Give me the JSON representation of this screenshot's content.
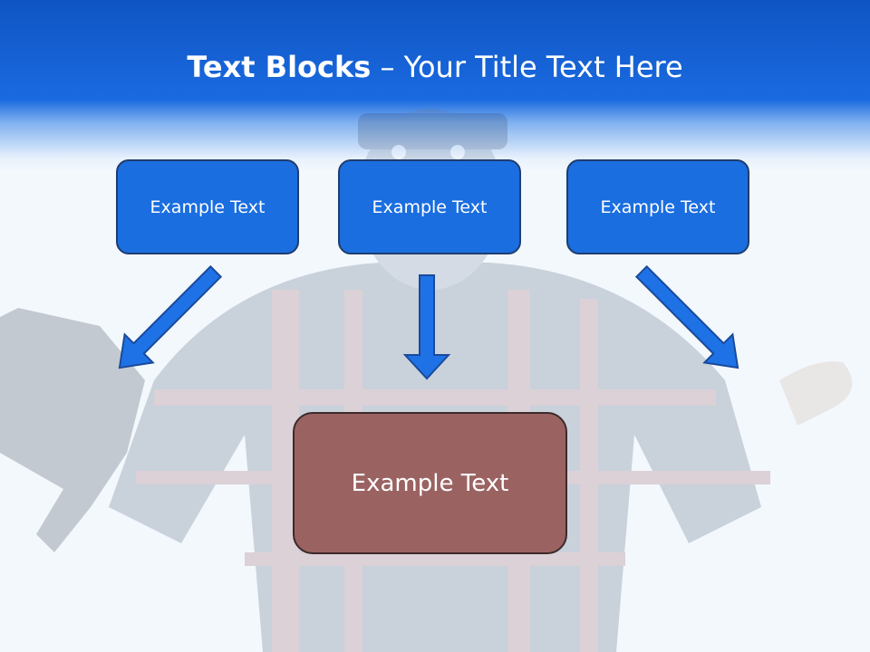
{
  "slide": {
    "title_bold": "Text Blocks",
    "title_dash": " – ",
    "title_rest": "Your Title Text Here"
  },
  "blocks": [
    {
      "label": "Example Text"
    },
    {
      "label": "Example Text"
    },
    {
      "label": "Example Text"
    }
  ],
  "target": {
    "label": "Example Text"
  },
  "colors": {
    "header": "#1a6ae0",
    "block_fill": "#1a6ee0",
    "arrow_fill": "#1e72e6",
    "target_fill": "#9a6362"
  }
}
